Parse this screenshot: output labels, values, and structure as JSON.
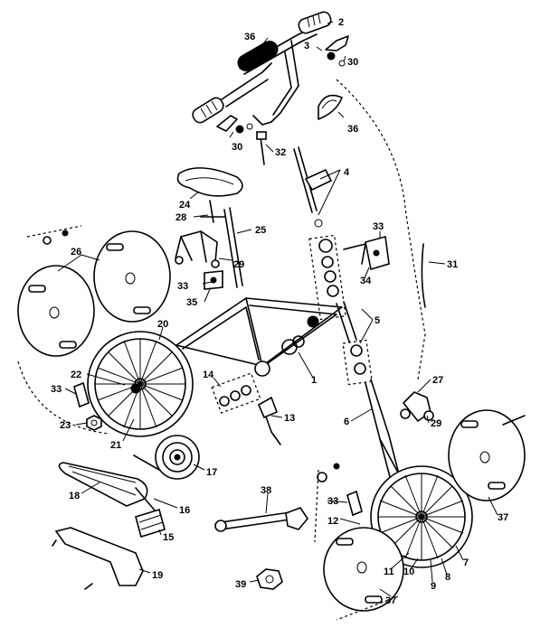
{
  "callouts": [
    {
      "id": "c2",
      "text": "2"
    },
    {
      "id": "c36a",
      "text": "36"
    },
    {
      "id": "c3",
      "text": "3"
    },
    {
      "id": "c30a",
      "text": "30"
    },
    {
      "id": "c36b",
      "text": "36"
    },
    {
      "id": "c30b",
      "text": "30"
    },
    {
      "id": "c32",
      "text": "32"
    },
    {
      "id": "c4",
      "text": "4"
    },
    {
      "id": "c24",
      "text": "24"
    },
    {
      "id": "c28",
      "text": "28"
    },
    {
      "id": "c25",
      "text": "25"
    },
    {
      "id": "c33a",
      "text": "33"
    },
    {
      "id": "c26",
      "text": "26"
    },
    {
      "id": "c29a",
      "text": "29"
    },
    {
      "id": "c31",
      "text": "31"
    },
    {
      "id": "c33b",
      "text": "33"
    },
    {
      "id": "c34",
      "text": "34"
    },
    {
      "id": "c35",
      "text": "35"
    },
    {
      "id": "c5",
      "text": "5"
    },
    {
      "id": "c20",
      "text": "20"
    },
    {
      "id": "c1",
      "text": "1"
    },
    {
      "id": "c22",
      "text": "22"
    },
    {
      "id": "c14",
      "text": "14"
    },
    {
      "id": "c33c",
      "text": "33"
    },
    {
      "id": "c27",
      "text": "27"
    },
    {
      "id": "c13",
      "text": "13"
    },
    {
      "id": "c6",
      "text": "6"
    },
    {
      "id": "c29b",
      "text": "29"
    },
    {
      "id": "c23",
      "text": "23"
    },
    {
      "id": "c21",
      "text": "21"
    },
    {
      "id": "c17",
      "text": "17"
    },
    {
      "id": "c18",
      "text": "18"
    },
    {
      "id": "c16",
      "text": "16"
    },
    {
      "id": "c38",
      "text": "38"
    },
    {
      "id": "c33d",
      "text": "33"
    },
    {
      "id": "c12",
      "text": "12"
    },
    {
      "id": "c37a",
      "text": "37"
    },
    {
      "id": "c15",
      "text": "15"
    },
    {
      "id": "c19",
      "text": "19"
    },
    {
      "id": "c39",
      "text": "39"
    },
    {
      "id": "c11",
      "text": "11"
    },
    {
      "id": "c10",
      "text": "10"
    },
    {
      "id": "c9",
      "text": "9"
    },
    {
      "id": "c8",
      "text": "8"
    },
    {
      "id": "c7",
      "text": "7"
    },
    {
      "id": "c37b",
      "text": "37"
    }
  ]
}
